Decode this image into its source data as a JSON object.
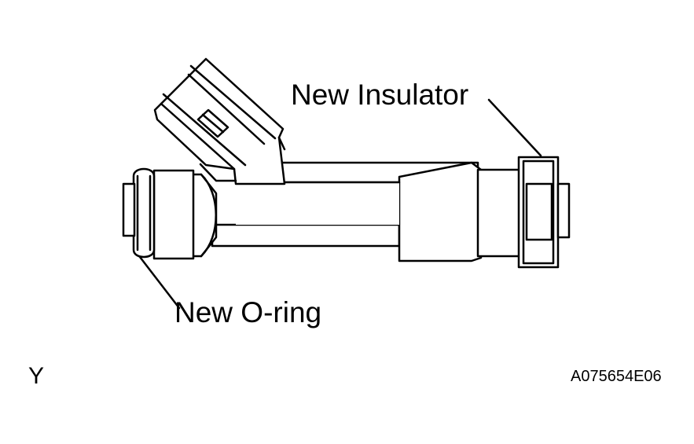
{
  "labels": {
    "new_insulator": "New Insulator",
    "new_oring": "New O-ring",
    "view_letter": "Y",
    "figure_id": "A075654E06"
  },
  "colors": {
    "line": "#000000",
    "fill": "#ffffff"
  }
}
